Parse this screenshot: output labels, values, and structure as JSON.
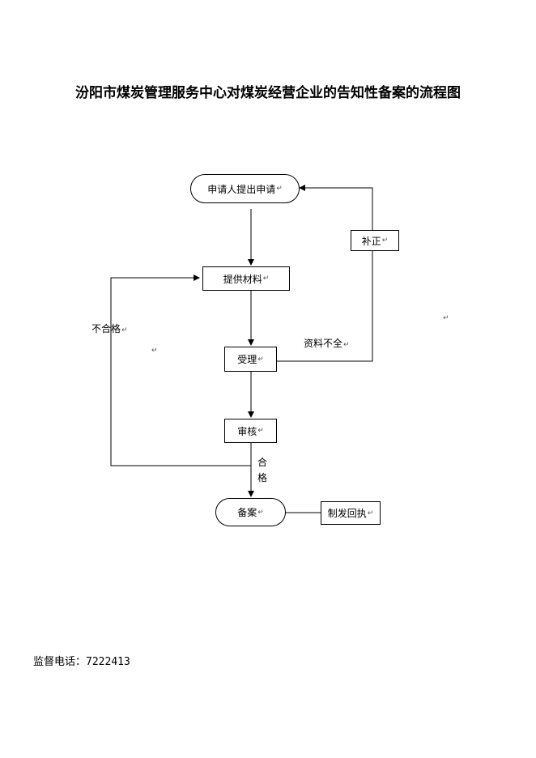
{
  "title": "汾阳市煤炭管理服务中心对煤炭经营企业的告知性备案的流程图",
  "nodes": {
    "apply": "申请人提出申请",
    "provide": "提供材料",
    "accept": "受理",
    "review": "审核",
    "record": "备案",
    "receipt": "制发回执",
    "correct": "补正"
  },
  "labels": {
    "unqualified": "不合格",
    "incomplete": "资料不全",
    "qualified_1": "合",
    "qualified_2": "格"
  },
  "return_mark": "↵",
  "footer": {
    "phone_label": "监督电话：",
    "phone_number": "7222413"
  }
}
